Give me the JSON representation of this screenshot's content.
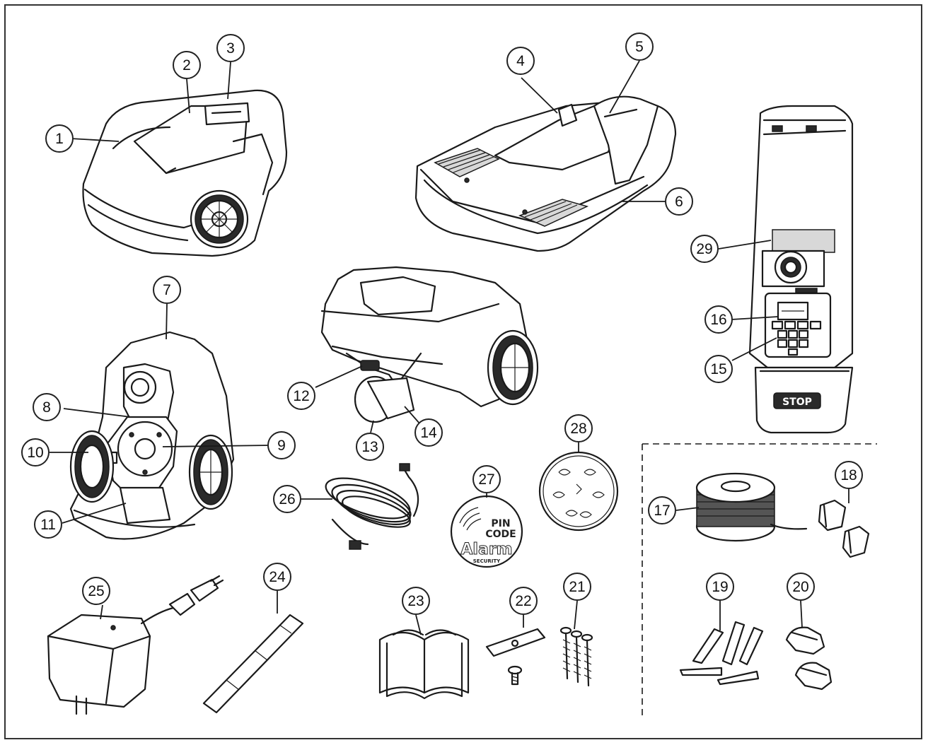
{
  "figure": {
    "callouts": [
      "1",
      "2",
      "3",
      "4",
      "5",
      "6",
      "7",
      "8",
      "9",
      "10",
      "11",
      "12",
      "13",
      "14",
      "15",
      "16",
      "17",
      "18",
      "19",
      "20",
      "21",
      "22",
      "23",
      "24",
      "25",
      "26",
      "27",
      "28",
      "29"
    ],
    "labels": {
      "stop_panel": "STOP",
      "sticker_pin": "PIN",
      "sticker_code": "CODE",
      "sticker_alarm": "Alarm",
      "sticker_security": "SECURITY"
    }
  }
}
